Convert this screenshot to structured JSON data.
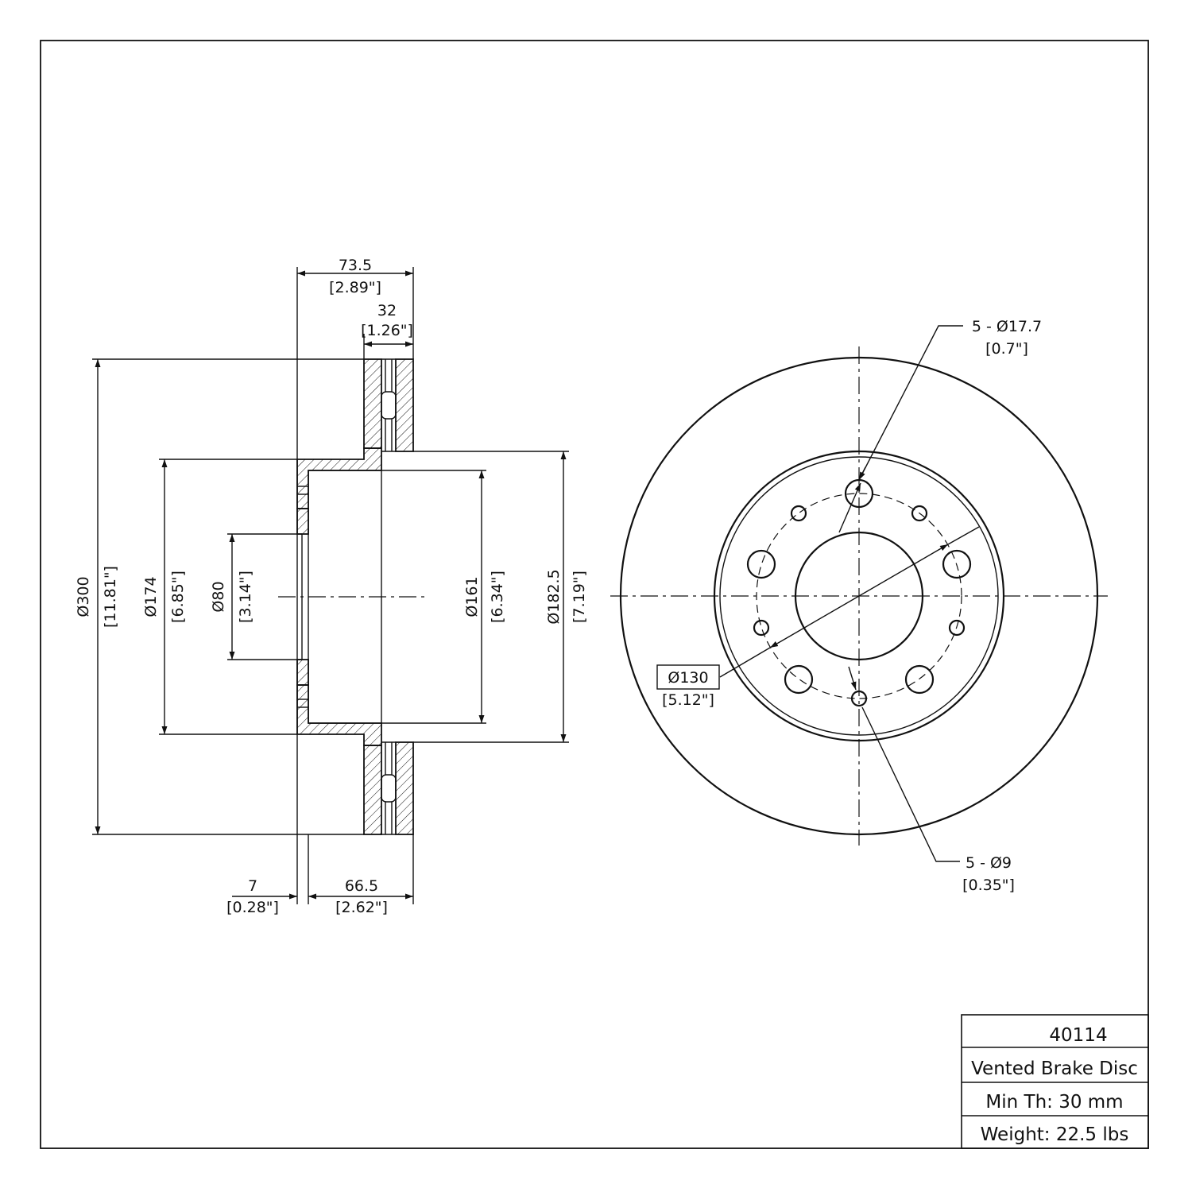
{
  "side_view": {
    "dims": {
      "overall_width": "73.5",
      "overall_width_in": "[2.89\"]",
      "friction_width": "32",
      "friction_width_in": "[1.26\"]",
      "offset": "7",
      "offset_in": "[0.28\"]",
      "hat_depth": "66.5",
      "hat_depth_in": "[2.62\"]",
      "outer_dia": "Ø300",
      "outer_dia_in": "[11.81\"]",
      "hat_outer_dia": "Ø174",
      "hat_outer_dia_in": "[6.85\"]",
      "center_bore_dia": "Ø80",
      "center_bore_dia_in": "[3.14\"]",
      "hat_inner_dia": "Ø161",
      "hat_inner_dia_in": "[6.34\"]",
      "friction_inner_dia": "Ø182.5",
      "friction_inner_dia_in": "[7.19\"]"
    }
  },
  "front_view": {
    "dims": {
      "bolt_holes": "5 - Ø17.7",
      "bolt_holes_in": "[0.7\"]",
      "small_holes": "5 - Ø9",
      "small_holes_in": "[0.35\"]",
      "bolt_circle": "Ø130",
      "bolt_circle_in": "[5.12\"]"
    }
  },
  "title_block": {
    "part_number": "40114",
    "description": "Vented Brake Disc",
    "min_thickness": "Min Th: 30 mm",
    "weight": "Weight: 22.5 lbs"
  }
}
